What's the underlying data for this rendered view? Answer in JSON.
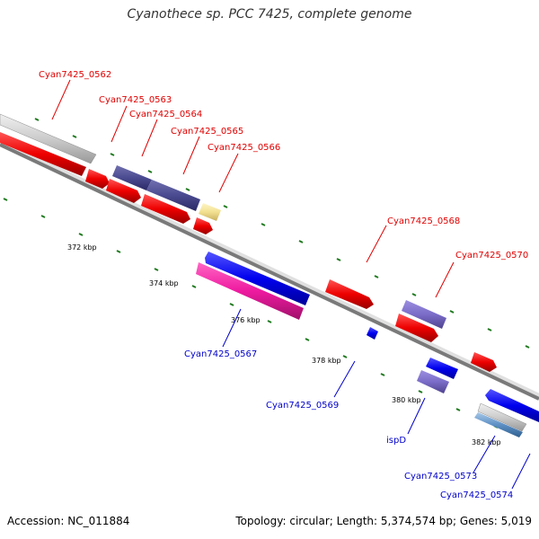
{
  "title": "Cyanothece sp. PCC 7425, complete genome",
  "footer": {
    "accession": "Accession: NC_011884",
    "summary": "Topology: circular; Length: 5,374,574 bp; Genes: 5,019"
  },
  "colors": {
    "label_top": "#e00000",
    "label_bottom": "#0000cc",
    "backbone": "#7a7a7a",
    "tick_dot": "#1f7a1f"
  },
  "scale_labels": [
    "372 kbp",
    "374 kbp",
    "376 kbp",
    "378 kbp",
    "380 kbp",
    "382 kbp"
  ],
  "genes_top": [
    {
      "id": "Cyan7425_0562"
    },
    {
      "id": "Cyan7425_0563"
    },
    {
      "id": "Cyan7425_0564"
    },
    {
      "id": "Cyan7425_0565"
    },
    {
      "id": "Cyan7425_0566"
    },
    {
      "id": "Cyan7425_0568"
    },
    {
      "id": "Cyan7425_0570"
    }
  ],
  "genes_bottom": [
    {
      "id": "Cyan7425_0567"
    },
    {
      "id": "Cyan7425_0569"
    },
    {
      "id": "ispD"
    },
    {
      "id": "Cyan7425_0573"
    },
    {
      "id": "Cyan7425_0574"
    }
  ]
}
